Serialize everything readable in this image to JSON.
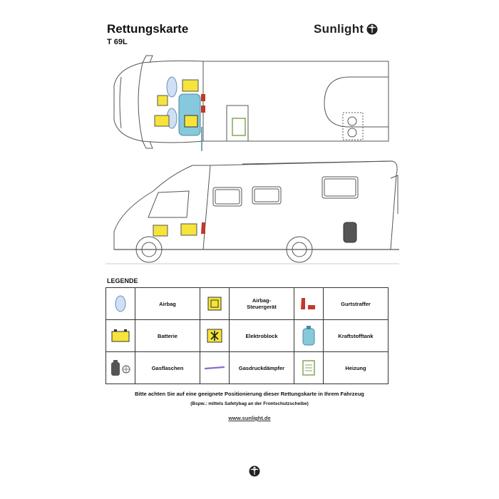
{
  "document": {
    "title": "Rettungskarte",
    "model": "T 69L"
  },
  "brand": {
    "name": "Sunlight"
  },
  "legend": {
    "title": "LEGENDE",
    "items": [
      {
        "label": "Airbag",
        "icon": "airbag-icon"
      },
      {
        "label": "Airbag-\nSteuergerät",
        "icon": "airbag-control-unit-icon"
      },
      {
        "label": "Gurtstraffer",
        "icon": "seatbelt-tensioner-icon"
      },
      {
        "label": "Batterie",
        "icon": "battery-icon"
      },
      {
        "label": "Elektroblock",
        "icon": "electro-block-icon"
      },
      {
        "label": "Kraftstofftank",
        "icon": "fuel-tank-icon"
      },
      {
        "label": "Gasflaschen",
        "icon": "gas-bottle-icon"
      },
      {
        "label": "Gasdruckdämpfer",
        "icon": "gas-strut-icon"
      },
      {
        "label": "Heizung",
        "icon": "heater-icon"
      }
    ]
  },
  "notes": {
    "main": "Bitte achten Sie auf eine geeignete Positionierung dieser Rettungskarte in Ihrem Fahrzeug",
    "sub": "(Bspw.: mittels Safetybag an der Frontschutzscheibe)"
  },
  "website": "www.sunlight.de",
  "colors": {
    "airbag": "#cfe0f4",
    "battery": "#f6e43a",
    "fuel_tank": "#86c9dc",
    "tensioner": "#c0392b",
    "heater": "#7fa85a",
    "gas_strut": "#8a6bd1",
    "outline": "#555555"
  }
}
